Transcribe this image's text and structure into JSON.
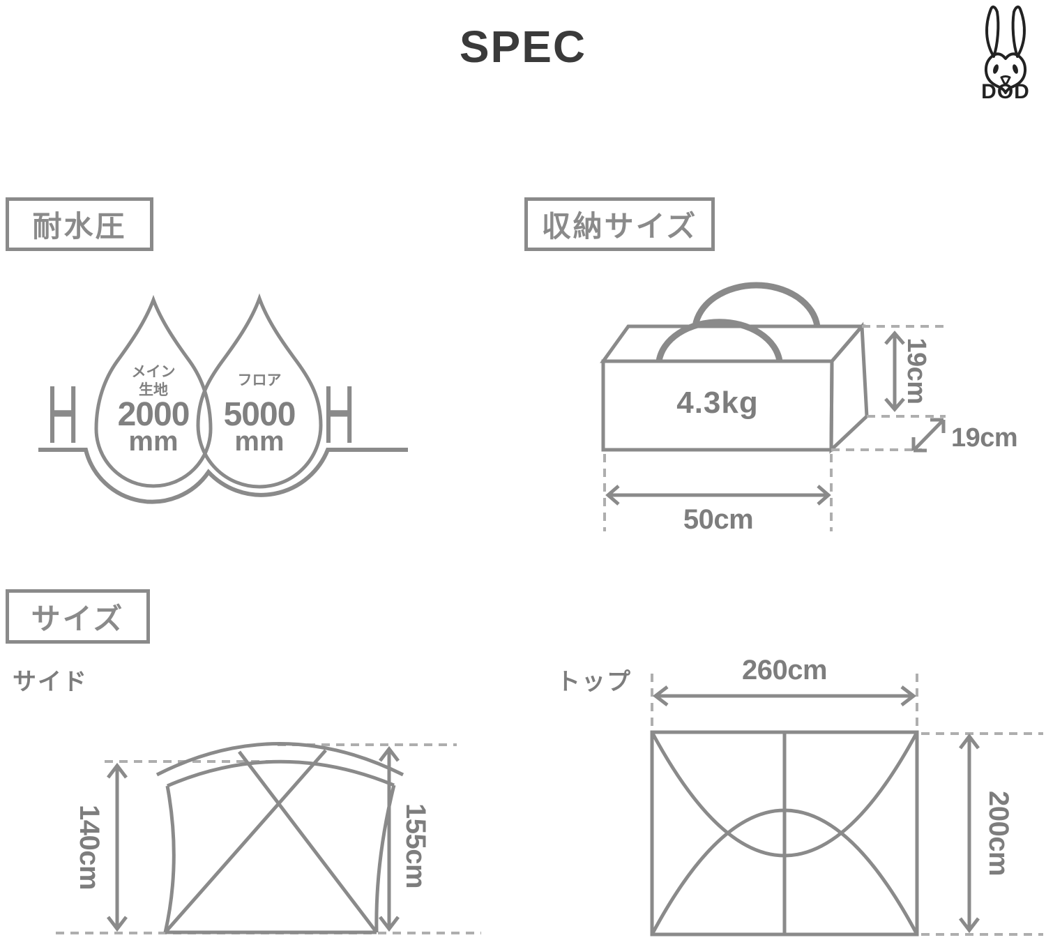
{
  "page": {
    "title": "SPEC"
  },
  "logo": {
    "brand": "DOD"
  },
  "theme": {
    "line_gray": "#8a8a8a",
    "dash_gray": "#aeaeae",
    "text_gray": "#7d7d7d",
    "title_dark": "#3a3a3a",
    "logo_dark": "#222222"
  },
  "water_resistance": {
    "label": "耐水圧",
    "side_marker": "H",
    "drops": [
      {
        "name_line1": "メイン",
        "name_line2": "生地",
        "value": "2000",
        "unit": "mm"
      },
      {
        "name_line1": "フロア",
        "name_line2": "",
        "value": "5000",
        "unit": "mm"
      }
    ]
  },
  "storage": {
    "label": "収納サイズ",
    "weight": "4.3kg",
    "height": "19cm",
    "depth": "19cm",
    "width": "50cm"
  },
  "size": {
    "label": "サイズ",
    "side": {
      "label": "サイド",
      "inner_height": "140cm",
      "outer_height": "155cm"
    },
    "top": {
      "label": "トップ",
      "width": "260cm",
      "depth": "200cm"
    }
  }
}
